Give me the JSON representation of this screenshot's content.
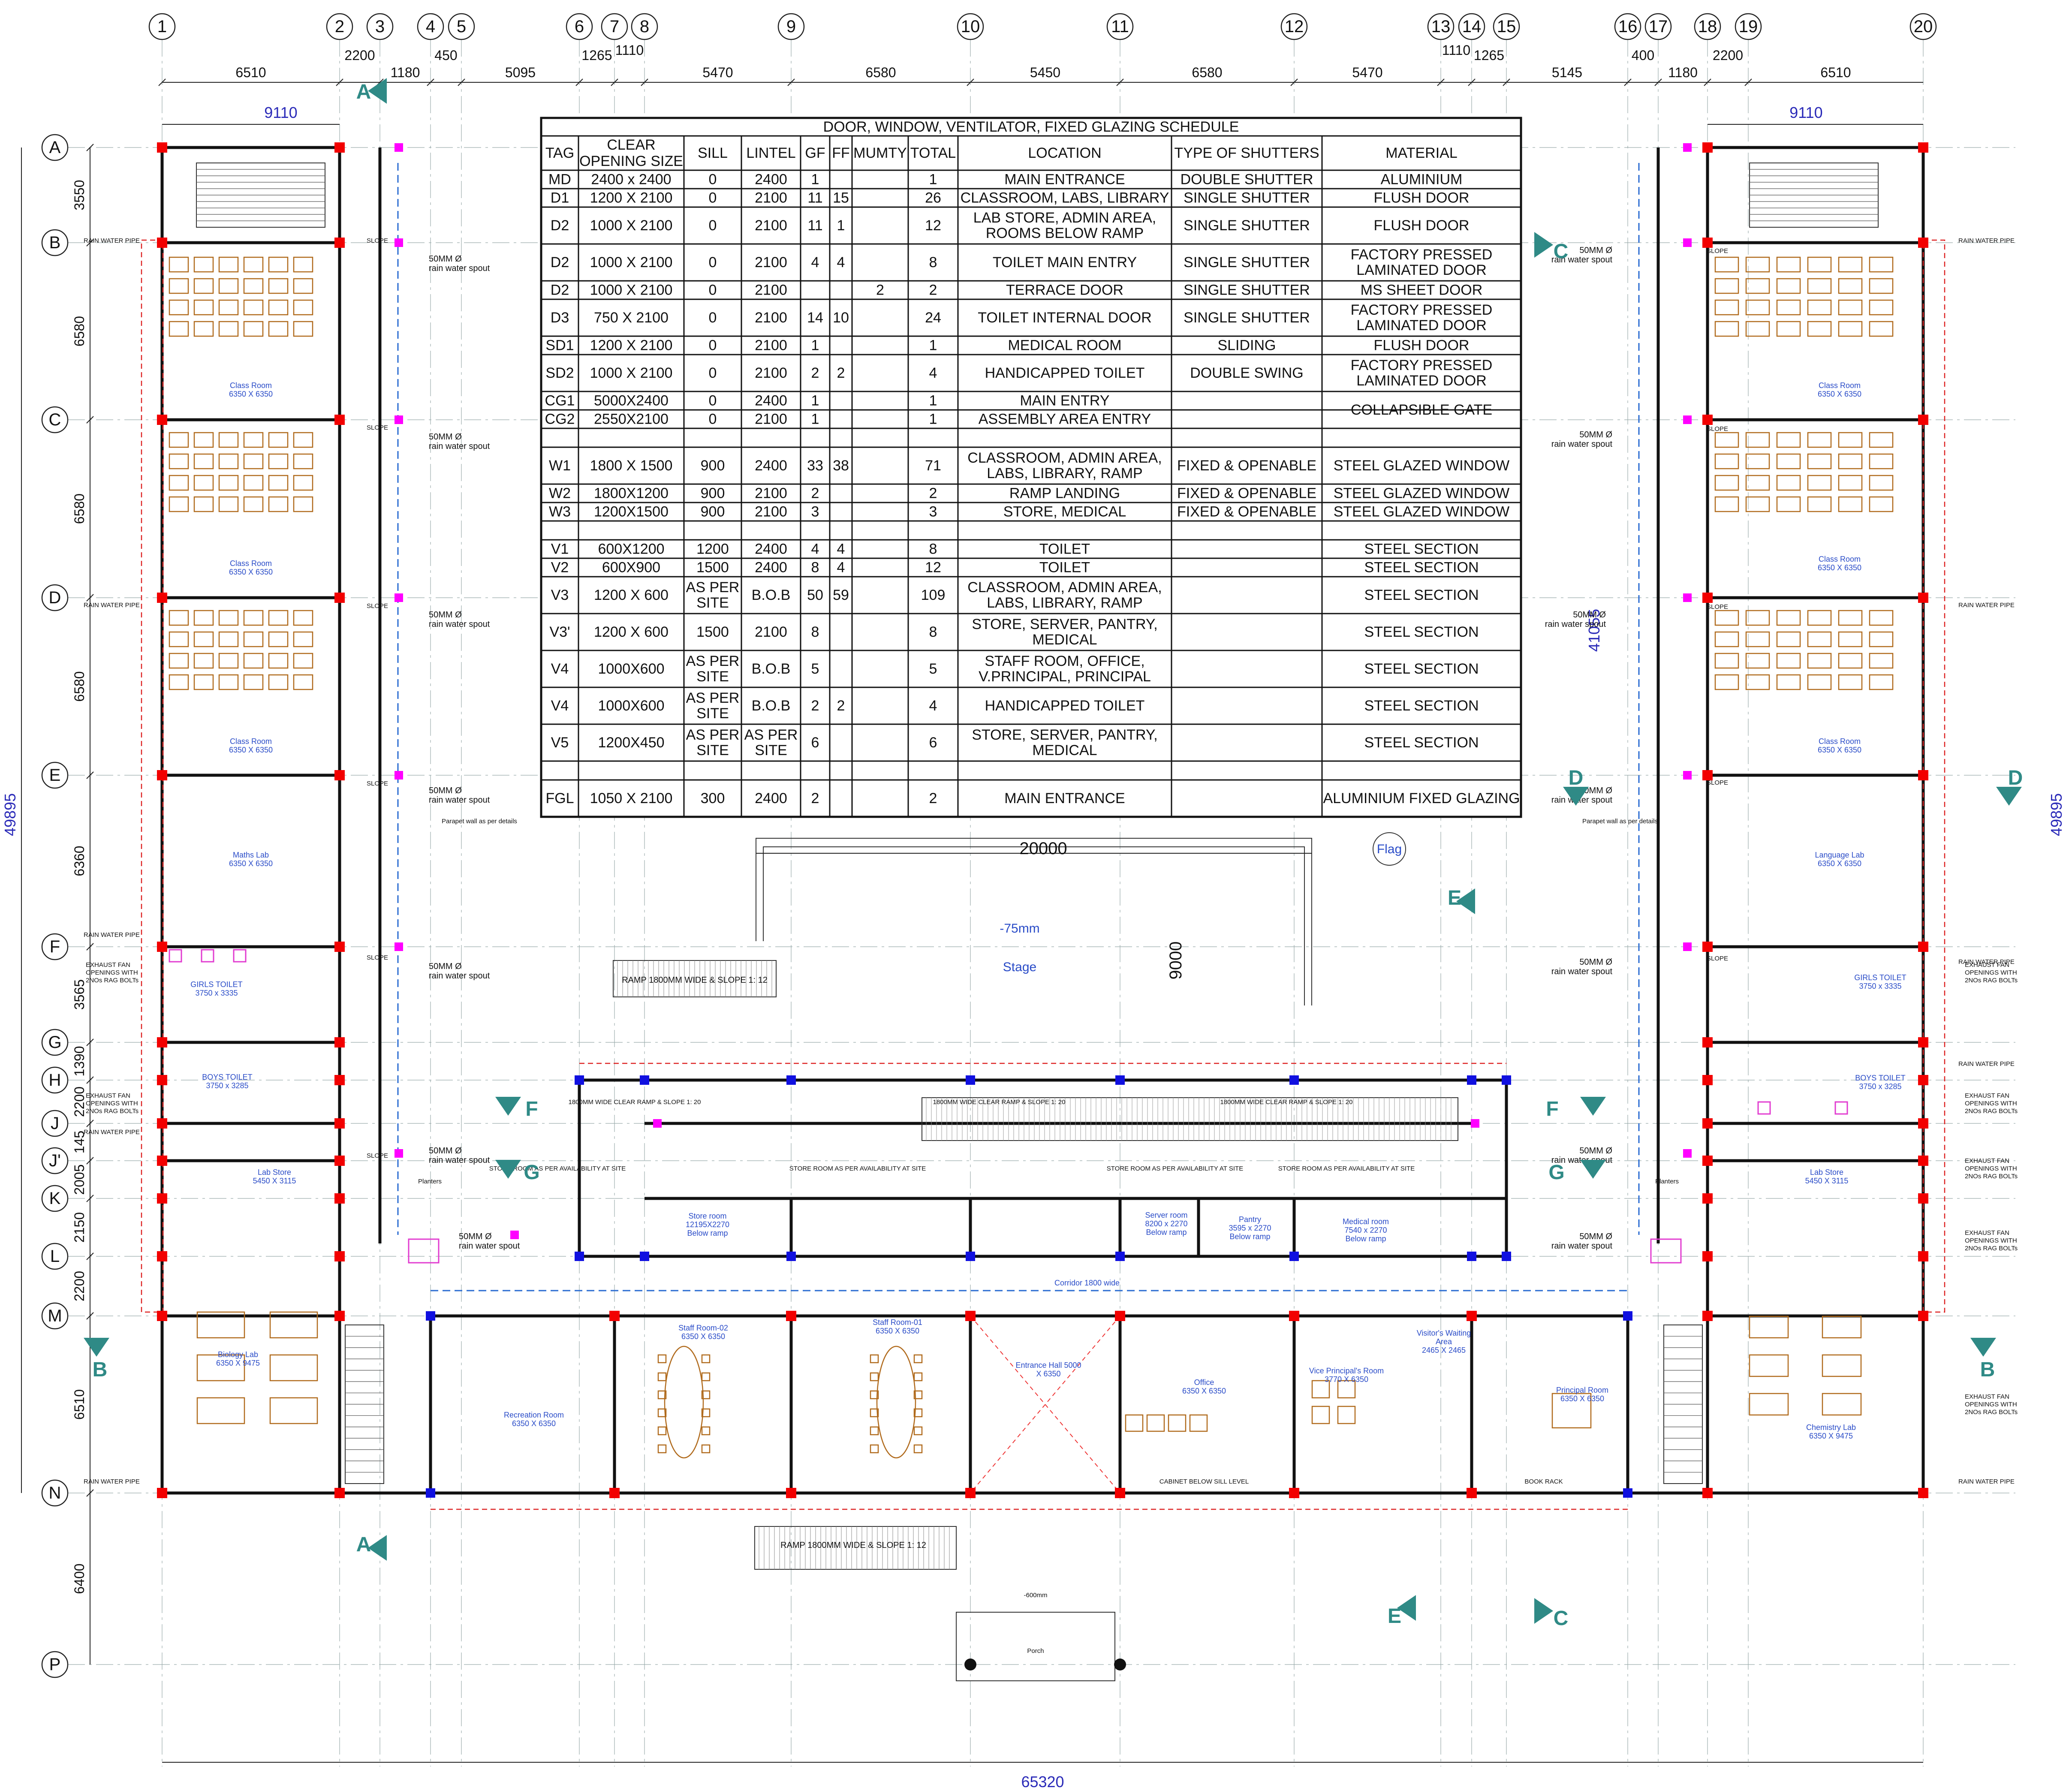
{
  "grid": {
    "columns": [
      "1",
      "2",
      "3",
      "4",
      "5",
      "6",
      "7",
      "8",
      "9",
      "10",
      "11",
      "12",
      "13",
      "14",
      "15",
      "16",
      "17",
      "18",
      "19",
      "20"
    ],
    "rows": [
      "A",
      "B",
      "C",
      "D",
      "E",
      "F",
      "G",
      "H",
      "J",
      "J'",
      "K",
      "L",
      "M",
      "N",
      "P"
    ],
    "column_spacing": [
      "6510",
      "2200",
      "1180",
      "450",
      "5095",
      "1265",
      "1110",
      "5470",
      "6580",
      "5450",
      "6580",
      "5470",
      "1110",
      "1265",
      "5145",
      "400",
      "1180",
      "2200",
      "6510"
    ],
    "row_spacing": [
      "3550",
      "6580",
      "6580",
      "6580",
      "6360",
      "3565",
      "1390",
      "2200",
      "145",
      "2005",
      "2150",
      "2200",
      "6510",
      "6400"
    ],
    "overall_width": "65320",
    "overall_height": "49895",
    "wing_width": "9110",
    "right_wing_height": "41055"
  },
  "schedule": {
    "title": "DOOR, WINDOW, VENTILATOR, FIXED GLAZING SCHEDULE",
    "headers": [
      "TAG",
      "CLEAR OPENING SIZE",
      "SILL",
      "LINTEL",
      "GF",
      "FF",
      "MUMTY",
      "TOTAL",
      "LOCATION",
      "TYPE OF SHUTTERS",
      "MATERIAL"
    ],
    "rows": [
      [
        "MD",
        "2400 x 2400",
        "0",
        "2400",
        "1",
        "",
        "",
        "1",
        "MAIN ENTRANCE",
        "DOUBLE SHUTTER",
        "ALUMINIUM"
      ],
      [
        "D1",
        "1200 X 2100",
        "0",
        "2100",
        "11",
        "15",
        "",
        "26",
        "CLASSROOM, LABS, LIBRARY",
        "SINGLE SHUTTER",
        "FLUSH DOOR"
      ],
      [
        "D2",
        "1000 X 2100",
        "0",
        "2100",
        "11",
        "1",
        "",
        "12",
        "LAB STORE, ADMIN AREA, ROOMS BELOW RAMP",
        "SINGLE SHUTTER",
        "FLUSH DOOR"
      ],
      [
        "D2",
        "1000 X 2100",
        "0",
        "2100",
        "4",
        "4",
        "",
        "8",
        "TOILET MAIN ENTRY",
        "SINGLE SHUTTER",
        "FACTORY PRESSED LAMINATED DOOR"
      ],
      [
        "D2",
        "1000 X 2100",
        "0",
        "2100",
        "",
        "",
        "2",
        "2",
        "TERRACE DOOR",
        "SINGLE SHUTTER",
        "MS SHEET DOOR"
      ],
      [
        "D3",
        "750 X 2100",
        "0",
        "2100",
        "14",
        "10",
        "",
        "24",
        "TOILET INTERNAL DOOR",
        "SINGLE SHUTTER",
        "FACTORY PRESSED LAMINATED DOOR"
      ],
      [
        "SD1",
        "1200 X 2100",
        "0",
        "2100",
        "1",
        "",
        "",
        "1",
        "MEDICAL ROOM",
        "SLIDING",
        "FLUSH DOOR"
      ],
      [
        "SD2",
        "1000 X 2100",
        "0",
        "2100",
        "2",
        "2",
        "",
        "4",
        "HANDICAPPED TOILET",
        "DOUBLE SWING",
        "FACTORY PRESSED LAMINATED DOOR"
      ],
      [
        "CG1",
        "5000X2400",
        "0",
        "2400",
        "1",
        "",
        "",
        "1",
        "MAIN  ENTRY",
        "",
        "COLLAPSIBLE GATE"
      ],
      [
        "CG2",
        "2550X2100",
        "0",
        "2100",
        "1",
        "",
        "",
        "1",
        "ASSEMBLY AREA ENTRY",
        "",
        ""
      ],
      [
        "W1",
        "1800 X 1500",
        "900",
        "2400",
        "33",
        "38",
        "",
        "71",
        "CLASSROOM, ADMIN AREA, LABS, LIBRARY, RAMP",
        "FIXED & OPENABLE",
        "STEEL GLAZED WINDOW"
      ],
      [
        "W2",
        "1800X1200",
        "900",
        "2100",
        "2",
        "",
        "",
        "2",
        "RAMP LANDING",
        "FIXED & OPENABLE",
        "STEEL GLAZED WINDOW"
      ],
      [
        "W3",
        "1200X1500",
        "900",
        "2100",
        "3",
        "",
        "",
        "3",
        "STORE, MEDICAL",
        "FIXED & OPENABLE",
        "STEEL GLAZED WINDOW"
      ],
      [
        "V1",
        "600X1200",
        "1200",
        "2400",
        "4",
        "4",
        "",
        "8",
        "TOILET",
        "",
        "STEEL SECTION"
      ],
      [
        "V2",
        "600X900",
        "1500",
        "2400",
        "8",
        "4",
        "",
        "12",
        "TOILET",
        "",
        "STEEL SECTION"
      ],
      [
        "V3",
        "1200 X 600",
        "AS PER SITE",
        "B.O.B",
        "50",
        "59",
        "",
        "109",
        "CLASSROOM, ADMIN AREA, LABS, LIBRARY, RAMP",
        "",
        "STEEL SECTION"
      ],
      [
        "V3'",
        "1200 X 600",
        "1500",
        "2100",
        "8",
        "",
        "",
        "8",
        "STORE, SERVER, PANTRY, MEDICAL",
        "",
        "STEEL SECTION"
      ],
      [
        "V4",
        "1000X600",
        "AS PER SITE",
        "B.O.B",
        "5",
        "",
        "",
        "5",
        "STAFF ROOM, OFFICE, V.PRINCIPAL, PRINCIPAL",
        "",
        "STEEL SECTION"
      ],
      [
        "V4",
        "1000X600",
        "AS PER SITE",
        "B.O.B",
        "2",
        "2",
        "",
        "4",
        "HANDICAPPED TOILET",
        "",
        "STEEL SECTION"
      ],
      [
        "V5",
        "1200X450",
        "AS PER SITE",
        "AS PER SITE",
        "6",
        "",
        "",
        "6",
        "STORE, SERVER, PANTRY, MEDICAL",
        "",
        "STEEL SECTION"
      ],
      [
        "FGL",
        "1050 X 2100",
        "300",
        "2400",
        "2",
        "",
        "",
        "2",
        "MAIN ENTRANCE",
        "",
        "ALUMINIUM FIXED GLAZING"
      ]
    ]
  },
  "rooms": {
    "class_room": "Class Room\n6350 X 6350",
    "maths_lab": "Maths Lab\n6350 X 6350",
    "language_lab": "Language Lab\n6350 X 6350",
    "girls_toilet": "GIRLS TOILET\n3750 x 3335",
    "boys_toilet": "BOYS TOILET\n3750 x 3285",
    "lab_store": "Lab Store\n5450 X 3115",
    "biology_lab": "Biology Lab\n6350 X 9475",
    "chemistry_lab": "Chemistry Lab\n6350 X 9475",
    "recreation_room": "Recreation Room\n6350 X 6350",
    "staff_room_02": "Staff Room-02\n6350 X 6350",
    "staff_room_01": "Staff Room-01\n6350 X 6350",
    "entrance_hall": "Entrance Hall 5000\nX 6350",
    "office": "Office\n6350 X 6350",
    "vice_principal": "Vice Principal's Room\n3770 X 6350",
    "principal": "Principal Room\n6350 X 6350",
    "visitors": "Visitor's Waiting\nArea\n2465 X 2465",
    "server_room": "Server room\n8200 x 2270\nBelow ramp",
    "pantry": "Pantry\n3595 x 2270\nBelow ramp",
    "medical_room": "Medical room\n7540 x 2270\nBelow ramp",
    "store_room": "Store room\n12195X2270\nBelow ramp",
    "stage": "Stage",
    "corridor": "Corridor 1800 wide",
    "porch": "Porch"
  },
  "annotations": {
    "stage_width": "20000",
    "stage_depth": "9000",
    "stage_level": "-75mm",
    "flag": "Flag",
    "ramp_top": "RAMP 1800MM WIDE & SLOPE 1: 12",
    "ramp_bottom": "RAMP 1800MM WIDE & SLOPE 1: 12",
    "ramp_clear": "1800MM WIDE CLEAR RAMP & SLOPE 1: 20",
    "store_note": "STORE ROOM AS PER AVAILABILITY AT SITE",
    "rain_spout": "50MM Ø rain water spout",
    "rain_pipe": "RAIN WATER PIPE",
    "slope": "SLOPE",
    "planters": "Planters",
    "exhaust": "EXHAUST FAN OPENINGS WITH 2NOs RAG BOLTs",
    "parapet": "Parapet wall as per details",
    "book_rack": "BOOK RACK",
    "cabinet": "CABINET BELOW SILL LEVEL",
    "porch_level": "-600mm"
  },
  "section_marks": [
    "A",
    "B",
    "C",
    "D",
    "E",
    "F",
    "G"
  ],
  "colors": {
    "column_red": "#f20000",
    "column_blue": "#1010e0",
    "column_magenta": "#ff00ff",
    "section_teal": "#2f8a86",
    "furniture_brown": "#b06a1c",
    "label_blue": "#2a4cc8",
    "dimension_blue": "#2a2ab8"
  }
}
